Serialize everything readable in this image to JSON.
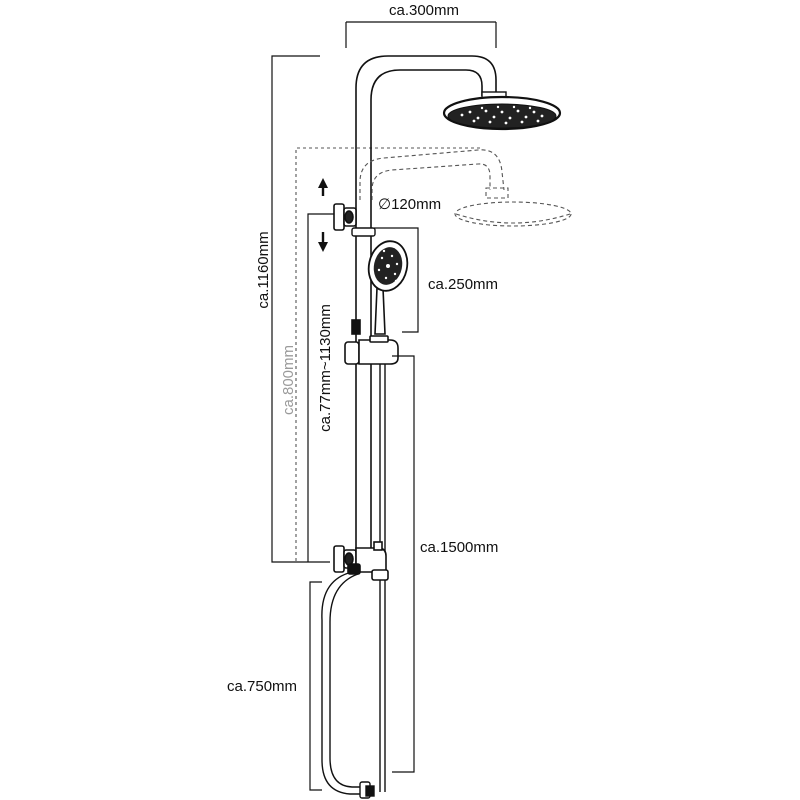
{
  "labels": {
    "width_top": "ca.300mm",
    "height_total": "ca.1160mm",
    "height_min": "ca.800mm",
    "adjust_range": "ca.77mm~1130mm",
    "head_diameter": "∅120mm",
    "hand_shower_len": "ca.250mm",
    "hose_len": "ca.1500mm",
    "bottom_len": "ca.750mm"
  },
  "colors": {
    "line": "#111111",
    "dashed": "#555555",
    "grey_text": "#9a9a9a"
  },
  "icons": [
    "arrow-up-icon",
    "arrow-down-icon"
  ]
}
